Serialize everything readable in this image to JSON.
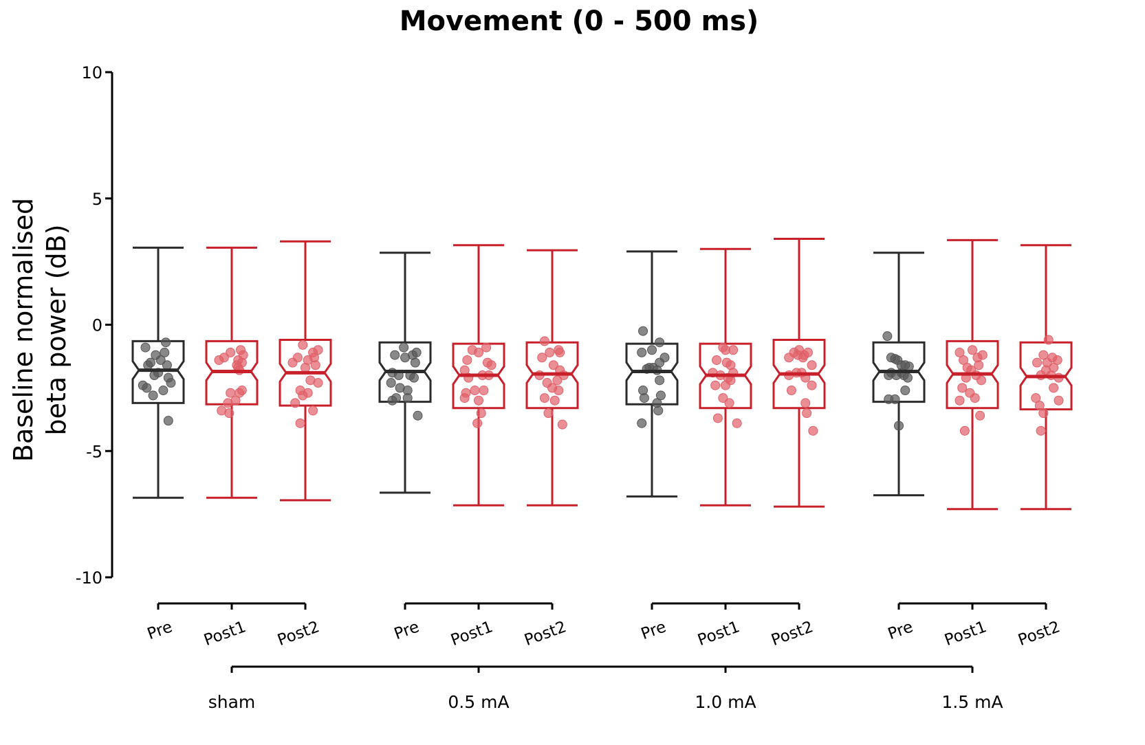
{
  "chart_data": {
    "type": "box",
    "title": "Movement (0 - 500 ms)",
    "ylabel_line1": "Baseline normalised",
    "ylabel_line2": "beta power (dB)",
    "ylim": [
      -10,
      10
    ],
    "yticks": [
      10,
      5,
      0,
      -5,
      -10
    ],
    "ytick_labels": [
      "10",
      "5",
      "0",
      "-5",
      "-10"
    ],
    "categories": [
      "Pre",
      "Post1",
      "Post2"
    ],
    "groups": [
      "sham",
      "0.5 mA",
      "1.0 mA",
      "1.5 mA"
    ],
    "colors": {
      "pre": "#2b2b2b",
      "post": "#c8202a",
      "pre_point": "#555555",
      "post_point": "#e06068"
    },
    "boxes": [
      {
        "group": "sham",
        "condition": "Pre",
        "whisker_high": 3.05,
        "q3": -0.65,
        "median": -1.8,
        "q1": -3.1,
        "whisker_low": -6.85,
        "points": [
          [
            -0.5,
            -0.9
          ],
          [
            -0.1,
            -1.2
          ],
          [
            0.3,
            -0.7
          ],
          [
            -0.3,
            -1.5
          ],
          [
            0.1,
            -1.4
          ],
          [
            0.4,
            -2.1
          ],
          [
            -0.6,
            -2.4
          ],
          [
            0.2,
            -2.6
          ],
          [
            -0.2,
            -2.8
          ],
          [
            0.5,
            -2.3
          ],
          [
            0.4,
            -3.8
          ],
          [
            -0.4,
            -1.6
          ],
          [
            0.0,
            -1.9
          ],
          [
            0.25,
            -1.1
          ],
          [
            -0.15,
            -2.0
          ],
          [
            0.35,
            -1.6
          ],
          [
            -0.45,
            -2.5
          ]
        ]
      },
      {
        "group": "sham",
        "condition": "Post1",
        "whisker_high": 3.05,
        "q3": -0.65,
        "median": -1.85,
        "q1": -3.15,
        "whisker_low": -6.85,
        "points": [
          [
            -0.5,
            -1.4
          ],
          [
            -0.3,
            -1.3
          ],
          [
            -0.05,
            -1.1
          ],
          [
            0.25,
            -1.4
          ],
          [
            0.35,
            -1.0
          ],
          [
            0.45,
            -1.2
          ],
          [
            0.2,
            -1.6
          ],
          [
            0.3,
            -1.8
          ],
          [
            0.4,
            -2.6
          ],
          [
            0.3,
            -2.7
          ],
          [
            -0.05,
            -2.7
          ],
          [
            0.15,
            -3.0
          ],
          [
            -0.15,
            -3.1
          ],
          [
            -0.4,
            -3.4
          ],
          [
            -0.1,
            -3.5
          ],
          [
            0.25,
            -1.7
          ],
          [
            0.4,
            -1.5
          ]
        ]
      },
      {
        "group": "sham",
        "condition": "Post2",
        "whisker_high": 3.3,
        "q3": -0.6,
        "median": -1.9,
        "q1": -3.2,
        "whisker_low": -6.95,
        "points": [
          [
            -0.1,
            -0.8
          ],
          [
            0.3,
            -1.1
          ],
          [
            0.5,
            -1.0
          ],
          [
            -0.3,
            -1.3
          ],
          [
            0.1,
            -1.4
          ],
          [
            -0.5,
            -1.5
          ],
          [
            0.4,
            -1.6
          ],
          [
            0.0,
            -1.7
          ],
          [
            0.2,
            -2.2
          ],
          [
            0.5,
            -2.3
          ],
          [
            -0.2,
            -2.6
          ],
          [
            0.1,
            -2.7
          ],
          [
            -0.1,
            -2.8
          ],
          [
            -0.4,
            -3.1
          ],
          [
            0.3,
            -3.4
          ],
          [
            -0.2,
            -3.9
          ],
          [
            0.35,
            -1.3
          ]
        ]
      },
      {
        "group": "0.5 mA",
        "condition": "Pre",
        "whisker_high": 2.85,
        "q3": -0.7,
        "median": -1.85,
        "q1": -3.05,
        "whisker_low": -6.65,
        "points": [
          [
            -0.05,
            -0.9
          ],
          [
            0.3,
            -1.2
          ],
          [
            0.45,
            -1.1
          ],
          [
            -0.4,
            -1.2
          ],
          [
            0.0,
            -1.3
          ],
          [
            0.4,
            -1.5
          ],
          [
            -0.5,
            -1.9
          ],
          [
            -0.25,
            -2.0
          ],
          [
            0.2,
            -2.0
          ],
          [
            0.35,
            -2.1
          ],
          [
            -0.55,
            -2.3
          ],
          [
            -0.2,
            -2.5
          ],
          [
            0.1,
            -2.6
          ],
          [
            -0.35,
            -2.9
          ],
          [
            0.1,
            -2.9
          ],
          [
            -0.5,
            -3.0
          ],
          [
            0.5,
            -3.6
          ]
        ]
      },
      {
        "group": "0.5 mA",
        "condition": "Post1",
        "whisker_high": 3.15,
        "q3": -0.75,
        "median": -2.0,
        "q1": -3.3,
        "whisker_low": -7.15,
        "points": [
          [
            -0.25,
            -1.0
          ],
          [
            0.0,
            -1.1
          ],
          [
            0.3,
            -0.9
          ],
          [
            -0.45,
            -1.4
          ],
          [
            0.35,
            -1.5
          ],
          [
            -0.55,
            -1.8
          ],
          [
            -0.4,
            -2.1
          ],
          [
            0.15,
            -2.0
          ],
          [
            0.4,
            -2.0
          ],
          [
            -0.15,
            -2.6
          ],
          [
            0.2,
            -2.6
          ],
          [
            -0.55,
            -2.9
          ],
          [
            0.0,
            -3.0
          ],
          [
            -0.5,
            -2.7
          ],
          [
            0.1,
            -3.5
          ],
          [
            -0.05,
            -3.9
          ],
          [
            0.5,
            -1.6
          ]
        ]
      },
      {
        "group": "0.5 mA",
        "condition": "Post2",
        "whisker_high": 2.95,
        "q3": -0.7,
        "median": -1.95,
        "q1": -3.3,
        "whisker_low": -7.15,
        "points": [
          [
            -0.3,
            -0.65
          ],
          [
            0.25,
            -1.0
          ],
          [
            0.3,
            -1.1
          ],
          [
            -0.1,
            -1.1
          ],
          [
            -0.4,
            -1.3
          ],
          [
            0.05,
            -1.6
          ],
          [
            0.3,
            -1.8
          ],
          [
            -0.5,
            -2.0
          ],
          [
            0.2,
            -2.2
          ],
          [
            0.45,
            -2.0
          ],
          [
            -0.2,
            -2.3
          ],
          [
            0.0,
            -2.5
          ],
          [
            0.25,
            -2.6
          ],
          [
            -0.3,
            -2.9
          ],
          [
            0.1,
            -3.0
          ],
          [
            -0.15,
            -3.5
          ],
          [
            0.4,
            -3.95
          ]
        ]
      },
      {
        "group": "1.0 mA",
        "condition": "Pre",
        "whisker_high": 2.9,
        "q3": -0.75,
        "median": -1.85,
        "q1": -3.15,
        "whisker_low": -6.8,
        "points": [
          [
            -0.35,
            -0.25
          ],
          [
            0.5,
            -1.3
          ],
          [
            0.3,
            -0.7
          ],
          [
            0.0,
            -1.0
          ],
          [
            -0.4,
            -1.1
          ],
          [
            0.3,
            -1.5
          ],
          [
            -0.1,
            -1.7
          ],
          [
            0.05,
            -1.7
          ],
          [
            0.2,
            -1.8
          ],
          [
            -0.2,
            -1.75
          ],
          [
            0.3,
            -2.2
          ],
          [
            -0.35,
            -2.6
          ],
          [
            0.35,
            -2.8
          ],
          [
            -0.3,
            -2.9
          ],
          [
            0.2,
            -3.1
          ],
          [
            0.25,
            -3.4
          ],
          [
            -0.4,
            -3.9
          ]
        ]
      },
      {
        "group": "1.0 mA",
        "condition": "Post1",
        "whisker_high": 3.0,
        "q3": -0.75,
        "median": -2.0,
        "q1": -3.3,
        "whisker_low": -7.15,
        "points": [
          [
            -0.1,
            -0.9
          ],
          [
            0.0,
            -1.0
          ],
          [
            0.3,
            -1.0
          ],
          [
            -0.35,
            -1.4
          ],
          [
            0.05,
            -1.5
          ],
          [
            0.2,
            -1.6
          ],
          [
            -0.5,
            -1.9
          ],
          [
            0.3,
            -1.9
          ],
          [
            -0.2,
            -2.0
          ],
          [
            0.1,
            -2.1
          ],
          [
            -0.4,
            -2.4
          ],
          [
            0.0,
            -2.4
          ],
          [
            -0.1,
            -2.9
          ],
          [
            0.15,
            -3.1
          ],
          [
            0.45,
            -3.9
          ],
          [
            -0.3,
            -3.7
          ],
          [
            0.2,
            -2.2
          ]
        ]
      },
      {
        "group": "1.0 mA",
        "condition": "Post2",
        "whisker_high": 3.4,
        "q3": -0.6,
        "median": -1.95,
        "q1": -3.3,
        "whisker_low": -7.2,
        "points": [
          [
            -0.2,
            -1.1
          ],
          [
            0.0,
            -1.0
          ],
          [
            0.2,
            -1.2
          ],
          [
            0.35,
            -1.1
          ],
          [
            0.15,
            -1.3
          ],
          [
            -0.4,
            -1.3
          ],
          [
            0.5,
            -1.6
          ],
          [
            -0.1,
            -1.9
          ],
          [
            0.1,
            -1.9
          ],
          [
            -0.4,
            -2.0
          ],
          [
            0.25,
            -2.1
          ],
          [
            0.5,
            -2.4
          ],
          [
            -0.3,
            -2.6
          ],
          [
            0.25,
            -3.1
          ],
          [
            0.3,
            -3.5
          ],
          [
            0.55,
            -4.2
          ],
          [
            -0.05,
            -1.2
          ]
        ]
      },
      {
        "group": "1.5 mA",
        "condition": "Pre",
        "whisker_high": 2.85,
        "q3": -0.7,
        "median": -1.85,
        "q1": -3.05,
        "whisker_low": -6.75,
        "points": [
          [
            -0.45,
            -0.45
          ],
          [
            -0.3,
            -1.3
          ],
          [
            -0.15,
            -1.35
          ],
          [
            -0.05,
            -1.4
          ],
          [
            0.1,
            -1.6
          ],
          [
            0.25,
            -1.6
          ],
          [
            0.4,
            -1.65
          ],
          [
            -0.3,
            -1.9
          ],
          [
            -0.1,
            -2.0
          ],
          [
            0.1,
            -1.9
          ],
          [
            0.2,
            -2.0
          ],
          [
            0.35,
            -2.1
          ],
          [
            -0.4,
            -2.0
          ],
          [
            0.25,
            -2.6
          ],
          [
            -0.15,
            -2.95
          ],
          [
            -0.4,
            -2.95
          ],
          [
            0.0,
            -4.0
          ]
        ]
      },
      {
        "group": "1.5 mA",
        "condition": "Post1",
        "whisker_high": 3.35,
        "q3": -0.65,
        "median": -1.95,
        "q1": -3.3,
        "whisker_low": -7.3,
        "points": [
          [
            -0.5,
            -1.1
          ],
          [
            -0.35,
            -1.4
          ],
          [
            -0.2,
            -1.7
          ],
          [
            0.0,
            -1.0
          ],
          [
            0.2,
            -1.3
          ],
          [
            0.25,
            -1.6
          ],
          [
            0.4,
            -1.2
          ],
          [
            -0.05,
            -1.8
          ],
          [
            0.15,
            -2.0
          ],
          [
            0.35,
            -2.2
          ],
          [
            -0.25,
            -2.1
          ],
          [
            -0.4,
            -2.5
          ],
          [
            -0.1,
            -2.7
          ],
          [
            0.1,
            -2.9
          ],
          [
            -0.5,
            -3.0
          ],
          [
            0.3,
            -3.6
          ],
          [
            -0.3,
            -4.2
          ]
        ]
      },
      {
        "group": "1.5 mA",
        "condition": "Post2",
        "whisker_high": 3.15,
        "q3": -0.7,
        "median": -2.05,
        "q1": -3.35,
        "whisker_low": -7.3,
        "points": [
          [
            0.1,
            -0.6
          ],
          [
            -0.1,
            -1.2
          ],
          [
            0.25,
            -1.3
          ],
          [
            0.45,
            -1.4
          ],
          [
            -0.35,
            -1.5
          ],
          [
            0.05,
            -1.5
          ],
          [
            0.3,
            -1.7
          ],
          [
            0.0,
            -1.8
          ],
          [
            0.2,
            -2.0
          ],
          [
            0.5,
            -2.1
          ],
          [
            -0.2,
            -2.0
          ],
          [
            0.3,
            -2.5
          ],
          [
            -0.4,
            -2.9
          ],
          [
            0.5,
            -3.0
          ],
          [
            -0.25,
            -3.2
          ],
          [
            -0.1,
            -3.5
          ],
          [
            -0.2,
            -4.2
          ]
        ]
      }
    ]
  }
}
